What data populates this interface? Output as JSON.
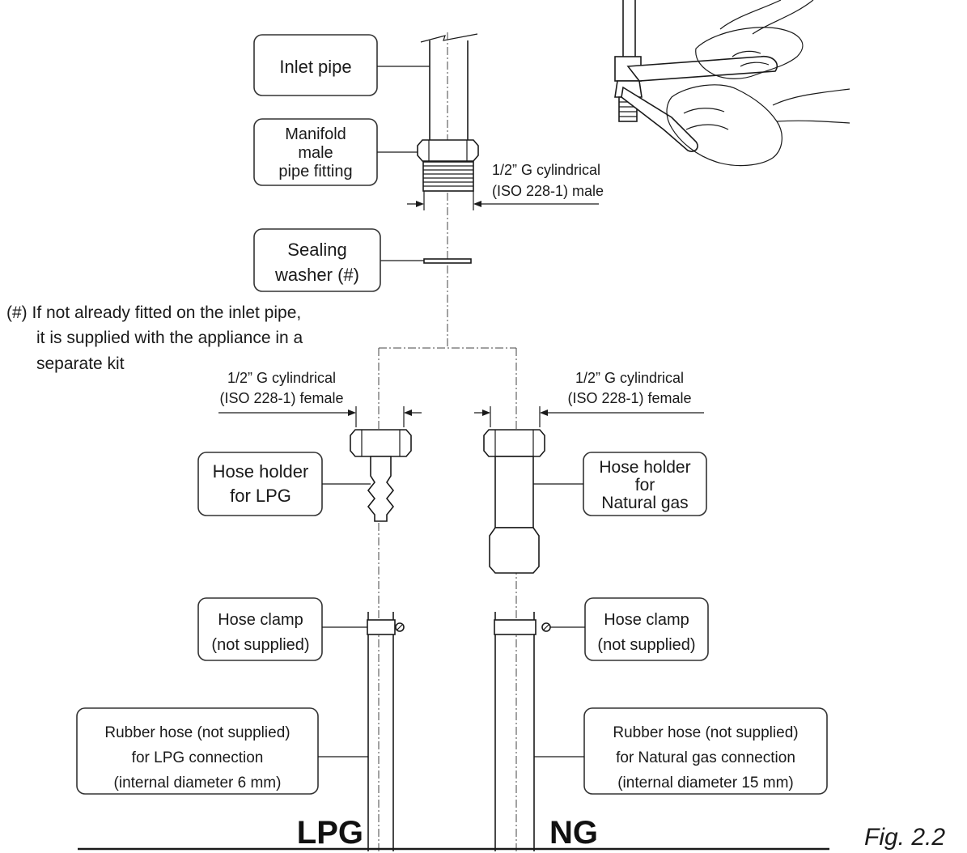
{
  "labels": {
    "inlet_pipe": "Inlet pipe",
    "manifold": [
      "Manifold",
      "male",
      "pipe fitting"
    ],
    "male_thread": [
      "1/2” G cylindrical",
      "(ISO 228-1) male"
    ],
    "sealing_washer": [
      "Sealing",
      "washer (#)"
    ],
    "note": [
      "(#) If not already fitted on the inlet pipe,",
      "it is supplied with the appliance in a",
      "separate kit"
    ],
    "female_thread_left": [
      "1/2” G cylindrical",
      "(ISO 228-1) female"
    ],
    "female_thread_right": [
      "1/2” G cylindrical",
      "(ISO 228-1) female"
    ],
    "hose_holder_lpg": [
      "Hose holder",
      "for LPG"
    ],
    "hose_holder_ng": [
      "Hose holder",
      "for",
      "Natural gas"
    ],
    "hose_clamp_left": [
      "Hose clamp",
      "(not supplied)"
    ],
    "hose_clamp_right": [
      "Hose clamp",
      "(not supplied)"
    ],
    "rubber_hose_lpg": [
      "Rubber hose (not supplied)",
      "for LPG connection",
      "(internal diameter 6 mm)"
    ],
    "rubber_hose_ng": [
      "Rubber hose (not supplied)",
      "for Natural gas connection",
      "(internal diameter 15 mm)"
    ],
    "lpg": "LPG",
    "ng": "NG",
    "figure": "Fig. 2.2"
  },
  "colors": {
    "line": "#1a1a1a",
    "box_border": "#333333",
    "background": "#ffffff"
  },
  "icons": {
    "hands_wrench": "hands-tightening-with-two-wrenches"
  }
}
